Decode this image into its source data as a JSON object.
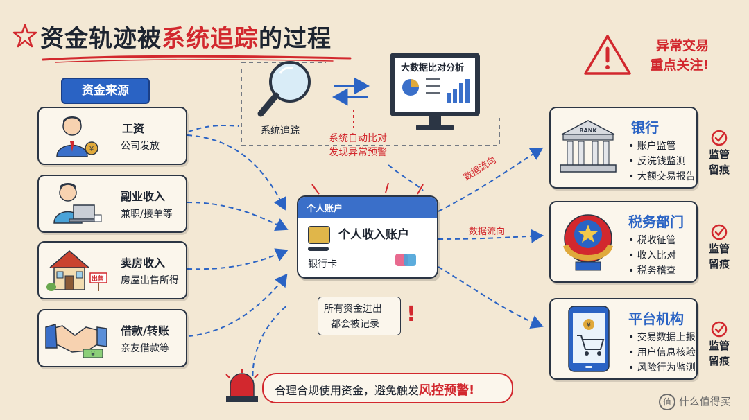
{
  "title": {
    "part1": "资金轨迹被",
    "part2": "系统追踪",
    "part3": "的过程"
  },
  "sources_label": "资金来源",
  "sources": [
    {
      "title": "工资",
      "sub": "公司发放"
    },
    {
      "title": "副业收入",
      "sub": "兼职/接单等"
    },
    {
      "title": "卖房收入",
      "sub": "房屋出售所得"
    },
    {
      "title": "借款/转账",
      "sub": "亲友借款等"
    }
  ],
  "sale_sign": "出售",
  "tracking": {
    "magnifier_label": "系统追踪",
    "monitor_title": "大数据比对分析",
    "note_line1": "系统自动比对",
    "note_line2": "发现异常预警"
  },
  "account": {
    "header": "个人账户",
    "name": "个人收入账户",
    "card_label": "银行卡"
  },
  "all_recorded": {
    "line1": "所有资金进出",
    "line2": "都会被记录",
    "mark": "!"
  },
  "bottom_banner": {
    "text": "合理合规使用资金，避免触发",
    "highlight": "风控预警",
    "mark": "!"
  },
  "flow_labels": [
    "数据流向",
    "数据流向"
  ],
  "alert": {
    "line1": "异常交易",
    "line2": "重点关注",
    "mark": "!"
  },
  "institutions": [
    {
      "title": "银行",
      "icon_text": "BANK",
      "items": [
        "账户监管",
        "反洗钱监测",
        "大额交易报告"
      ],
      "stamp": [
        "监管",
        "留痕"
      ]
    },
    {
      "title": "税务部门",
      "items": [
        "税收征管",
        "收入比对",
        "税务稽查"
      ],
      "stamp": [
        "监管",
        "留痕"
      ]
    },
    {
      "title": "平台机构",
      "items": [
        "交易数据上报",
        "用户信息核验",
        "风险行为监测"
      ],
      "stamp": [
        "监管",
        "留痕"
      ]
    }
  ],
  "yen_symbol": "¥",
  "watermark": "什么值得买",
  "colors": {
    "accent_red": "#d2282e",
    "accent_blue": "#2a63c4",
    "background": "#f3e8d4",
    "ink": "#1d2430"
  }
}
